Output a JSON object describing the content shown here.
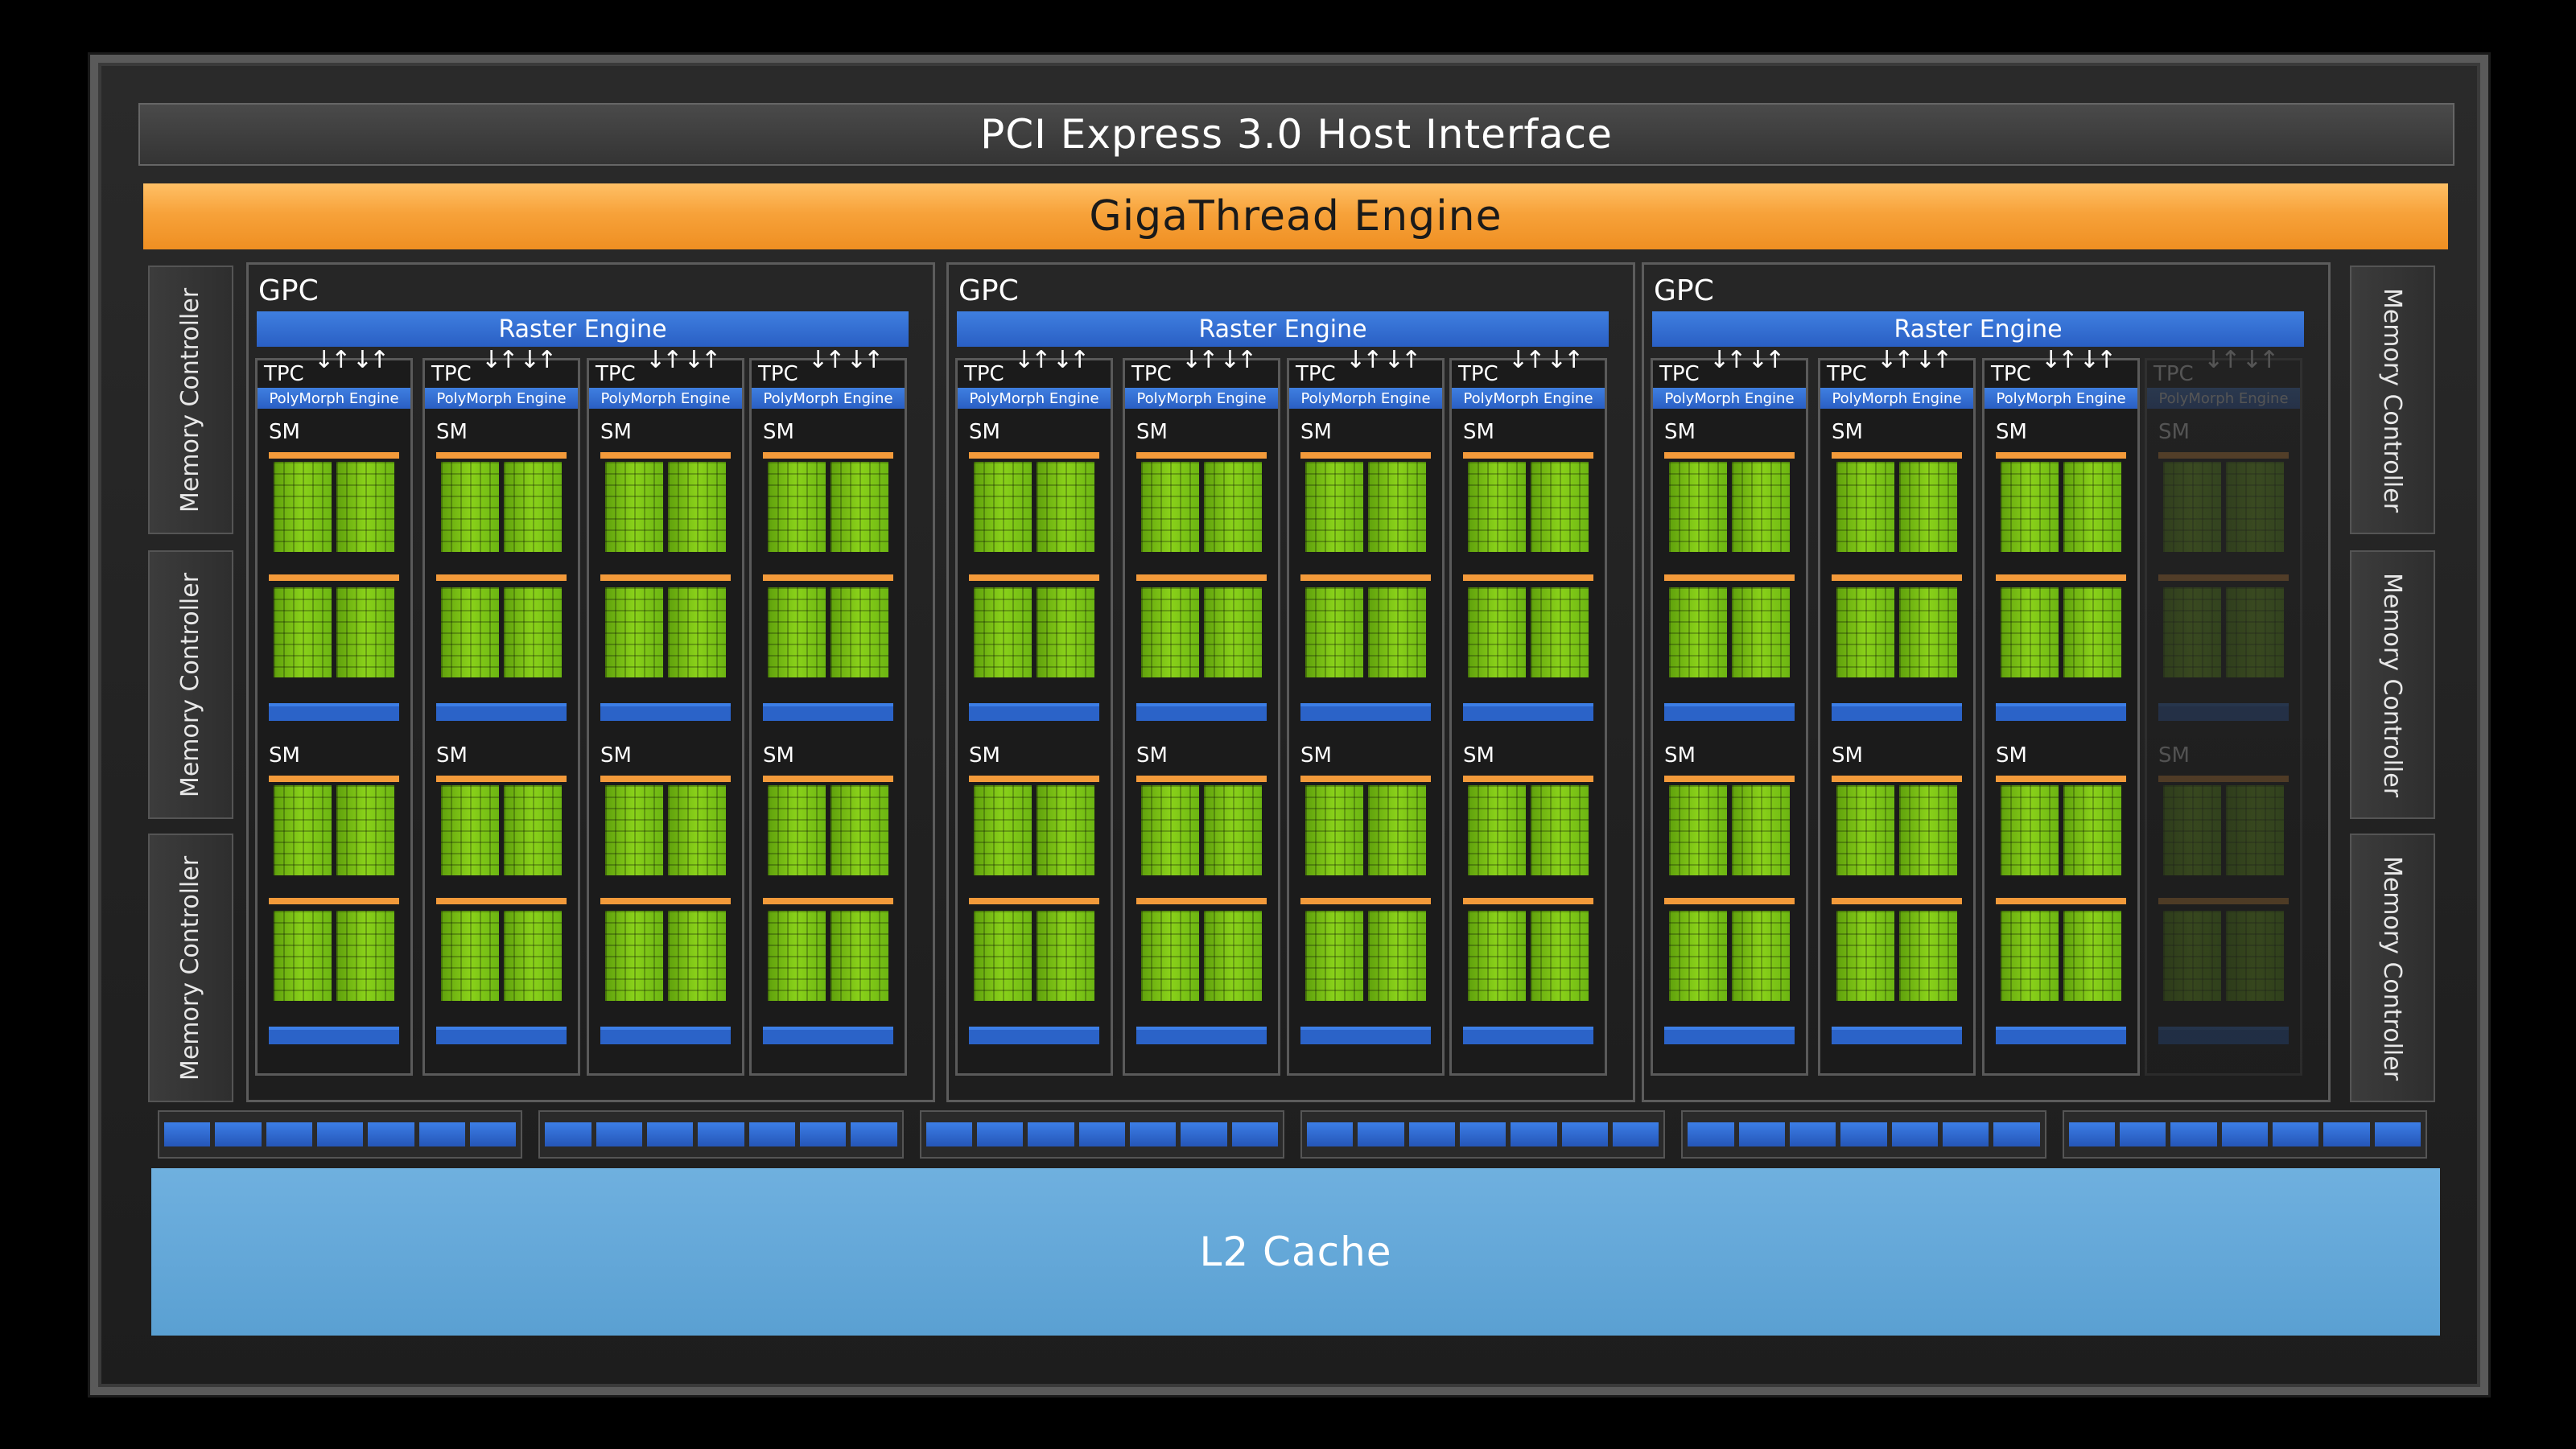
{
  "host_interface": "PCI Express 3.0 Host Interface",
  "scheduler": "GigaThread Engine",
  "memory_controller_label": "Memory Controller",
  "gpc_label": "GPC",
  "raster_label": "Raster Engine",
  "tpc_label": "TPC",
  "polymorph_label": "PolyMorph Engine",
  "sm_label": "SM",
  "l2_label": "L2 Cache",
  "colors": {
    "orange": "#f7a23a",
    "blue": "#2a5fc4",
    "green": "#7cc316",
    "l2": "#5aa0d2"
  }
}
